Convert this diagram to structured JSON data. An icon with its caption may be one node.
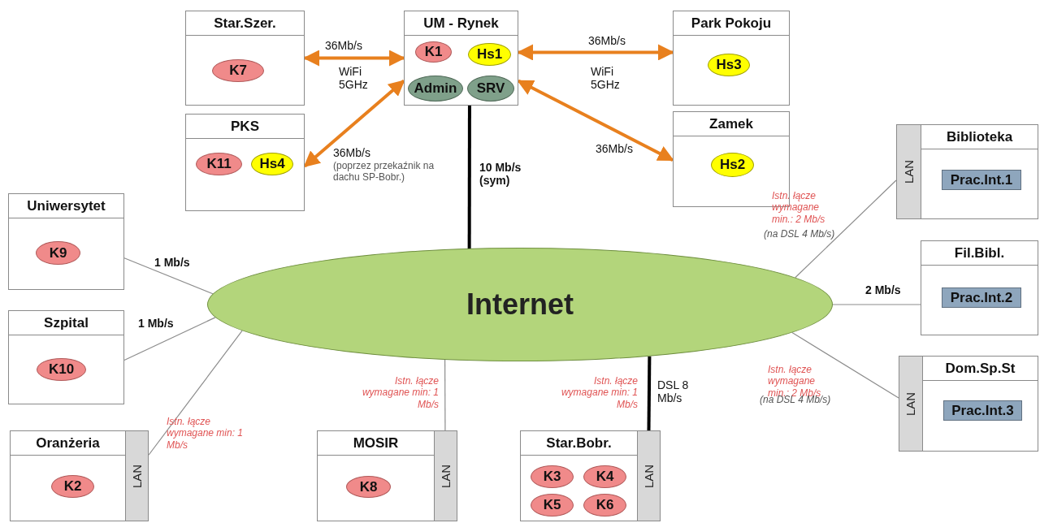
{
  "diagram": {
    "nodes": [
      {
        "text": [
          "Star.Szer."
        ]
      },
      {
        "text": [
          "K7"
        ],
        "in": 0
      },
      {
        "text": [
          "UM - Rynek"
        ]
      },
      {
        "text": [
          "K1"
        ],
        "in": 2
      },
      {
        "text": [
          "Hs1"
        ],
        "in": 2
      },
      {
        "text": [
          "Admin"
        ],
        "in": 2
      },
      {
        "text": [
          "SRV"
        ],
        "in": 2
      },
      {
        "text": [
          "Park Pokoju"
        ]
      },
      {
        "text": [
          "Hs3"
        ],
        "in": 7
      },
      {
        "text": [
          "PKS"
        ]
      },
      {
        "text": [
          "K11"
        ],
        "in": 9
      },
      {
        "text": [
          "Hs4"
        ],
        "in": 9
      },
      {
        "text": [
          "Zamek"
        ]
      },
      {
        "text": [
          "Hs2"
        ],
        "in": 12
      },
      {
        "text": [
          "LAN"
        ]
      },
      {
        "text": [
          "Biblioteka"
        ]
      },
      {
        "text": [
          "Prac.Int.1"
        ],
        "in": 15
      },
      {
        "text": [
          "Uniwersytet"
        ]
      },
      {
        "text": [
          "K9"
        ],
        "in": 17
      },
      {
        "text": [
          "Internet"
        ]
      },
      {
        "text": [
          "Fil.Bibl."
        ]
      },
      {
        "text": [
          "Prac.Int.2"
        ],
        "in": 20
      },
      {
        "text": [
          "Szpital"
        ]
      },
      {
        "text": [
          "K10"
        ],
        "in": 22
      },
      {
        "text": [
          "LAN"
        ]
      },
      {
        "text": [
          "Dom.Sp.St"
        ]
      },
      {
        "text": [
          "Prac.Int.3"
        ],
        "in": 25
      },
      {
        "text": [
          "Oranżeria"
        ]
      },
      {
        "text": [
          "K2"
        ],
        "in": 27
      },
      {
        "text": [
          "LAN"
        ]
      },
      {
        "text": [
          "MOSIR"
        ]
      },
      {
        "text": [
          "K8"
        ],
        "in": 30
      },
      {
        "text": [
          "LAN"
        ]
      },
      {
        "text": [
          "Star.Bobr."
        ]
      },
      {
        "text": [
          "K3"
        ],
        "in": 33
      },
      {
        "text": [
          "K4"
        ],
        "in": 33
      },
      {
        "text": [
          "K5"
        ],
        "in": 33
      },
      {
        "text": [
          "K6"
        ],
        "in": 33
      },
      {
        "text": [
          "LAN"
        ]
      }
    ],
    "edges": [
      {
        "from": 0,
        "to": 2,
        "arrow": "both",
        "label": "36Mb/s",
        "style": "thick",
        "color": "#e8801e"
      },
      {
        "from": 2,
        "to": 7,
        "arrow": "both",
        "label": "36Mb/s",
        "style": "thick",
        "color": "#e8801e"
      },
      {
        "from": 2,
        "to": 9,
        "arrow": "both",
        "label": "36Mb/s",
        "style": "thick",
        "color": "#e8801e"
      },
      {
        "from": 2,
        "to": 12,
        "arrow": "both",
        "label": "36Mb/s",
        "style": "thick",
        "color": "#e8801e"
      },
      {
        "from": 2,
        "to": 19,
        "arrow": "none",
        "label": "10 Mb/s (sym)",
        "style": "thick",
        "color": "#000000"
      },
      {
        "from": 17,
        "to": 19,
        "arrow": "none",
        "label": "1 Mb/s"
      },
      {
        "from": 22,
        "to": 19,
        "arrow": "none",
        "label": "1 Mb/s"
      },
      {
        "from": 29,
        "to": 19,
        "arrow": "none",
        "label": "Istn. łącze wymagane min: 1 Mb/s"
      },
      {
        "from": 32,
        "to": 19,
        "arrow": "none",
        "label": "Istn. łącze wymagane min: 1 Mb/s"
      },
      {
        "from": 38,
        "to": 19,
        "arrow": "none",
        "label": "DSL 8 Mb/s",
        "style": "thick",
        "color": "#000000"
      },
      {
        "from": 14,
        "to": 19,
        "arrow": "none",
        "label": "Istn. łącze wymagane min.: 2 Mb/s"
      },
      {
        "from": 20,
        "to": 19,
        "arrow": "none",
        "label": "2 Mb/s"
      },
      {
        "from": 24,
        "to": 19,
        "arrow": "none",
        "label": "Istn. łącze wymagane min.: 2 Mb/s"
      }
    ],
    "labels": [
      "WiFi 5GHz",
      "WiFi 5GHz",
      "(poprzez przekaźnik na dachu SP-Bobr.)",
      "(na DSL 4 Mb/s)",
      "(na DSL 4 Mb/s)",
      "Istn. łącze wymagane min: 1 Mb/s"
    ]
  }
}
